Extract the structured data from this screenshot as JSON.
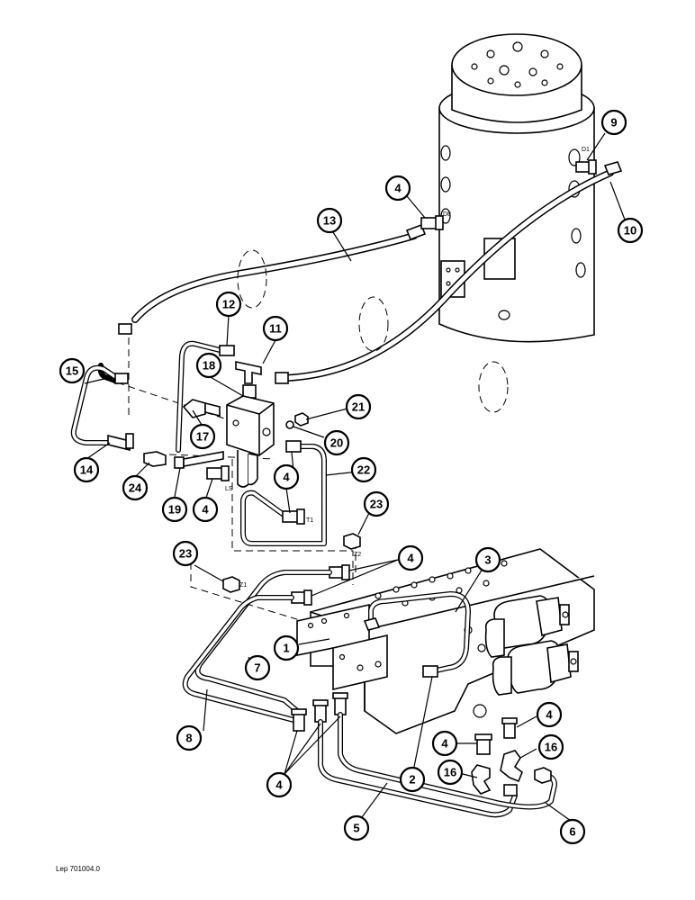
{
  "document": {
    "reference": "Lep 701004.0"
  },
  "callouts": {
    "c1": "1",
    "c2": "2",
    "c3": "3",
    "c4a": "4",
    "c4b": "4",
    "c4c": "4",
    "c4d": "4",
    "c4e": "4",
    "c4f": "4",
    "c4g": "4",
    "c5": "5",
    "c6": "6",
    "c7": "7",
    "c8": "8",
    "c9": "9",
    "c10": "10",
    "c11": "11",
    "c12": "12",
    "c13": "13",
    "c14": "14",
    "c15": "15",
    "c16a": "16",
    "c16b": "16",
    "c17": "17",
    "c18": "18",
    "c19": "19",
    "c20": "20",
    "c21": "21",
    "c22": "22",
    "c23a": "23",
    "c23b": "23",
    "c24": "24"
  },
  "port_labels": {
    "p_d1": "D1",
    "p_d8": "D8",
    "p_ls": "LS",
    "p_t1": "T1",
    "p_z2": "Z2",
    "p_z1": "Z1"
  }
}
